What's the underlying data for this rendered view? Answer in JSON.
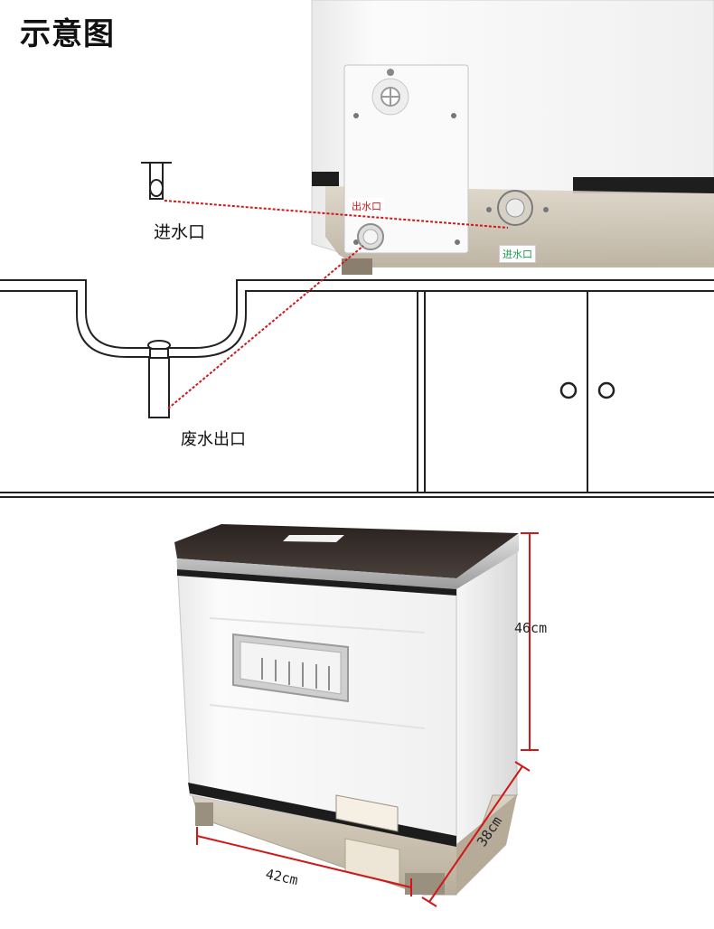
{
  "title": "示意图",
  "labels": {
    "inlet": "进水口",
    "drain": "废水出口",
    "outlet_tag": "出水口",
    "inlet_tag": "进水口"
  },
  "dimensions": {
    "height": "46cm",
    "width": "42cm",
    "depth": "38cm"
  },
  "colors": {
    "guide_line": "#d01818",
    "outlet_tag_text": "#d01818",
    "inlet_tag_text": "#1a9a4a",
    "appliance_body": "#f4f4f4",
    "appliance_trim": "#222222",
    "base_metal": "#c9bfae"
  },
  "icons": [
    "water-tap-icon",
    "drain-pipe-icon",
    "cabinet-knob-icon"
  ]
}
